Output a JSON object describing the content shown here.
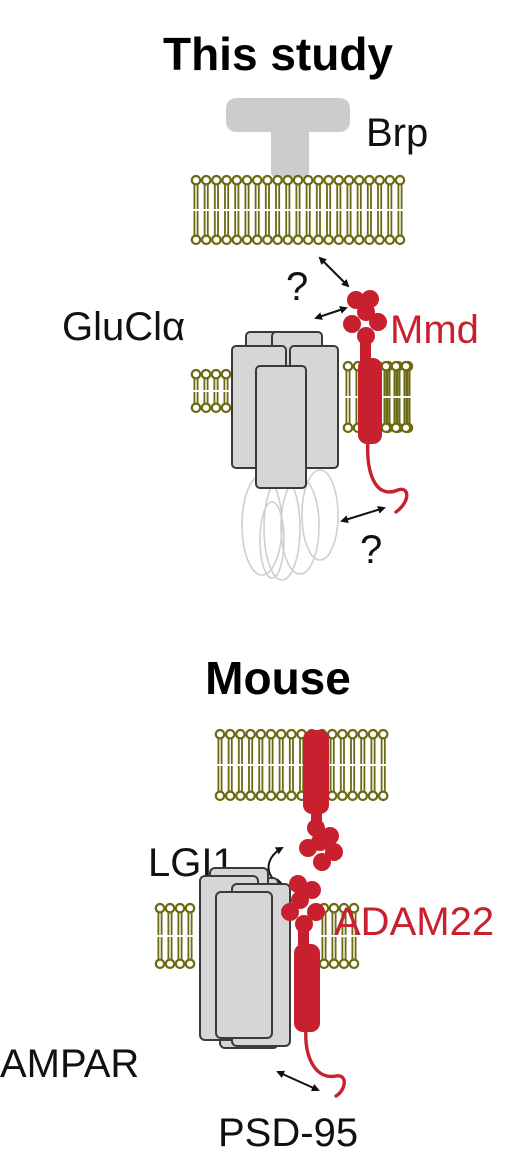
{
  "panels": {
    "top": {
      "title": "This study",
      "labels": {
        "brp": "Brp",
        "glucl": "GluClα",
        "mmd": "Mmd",
        "question_upper": "?",
        "question_lower": "?"
      }
    },
    "bottom": {
      "title": "Mouse",
      "labels": {
        "lgi1": "LGI1",
        "adam22": "ADAM22",
        "ampar": "AMPAR",
        "psd95": "PSD-95"
      }
    }
  },
  "colors": {
    "membrane": "#6b6a12",
    "protein_red": "#c8202e",
    "channel_gray": "#d6d6d6",
    "brp_gray": "#cccccc",
    "outline": "#3a3a3a",
    "text": "#111111"
  }
}
